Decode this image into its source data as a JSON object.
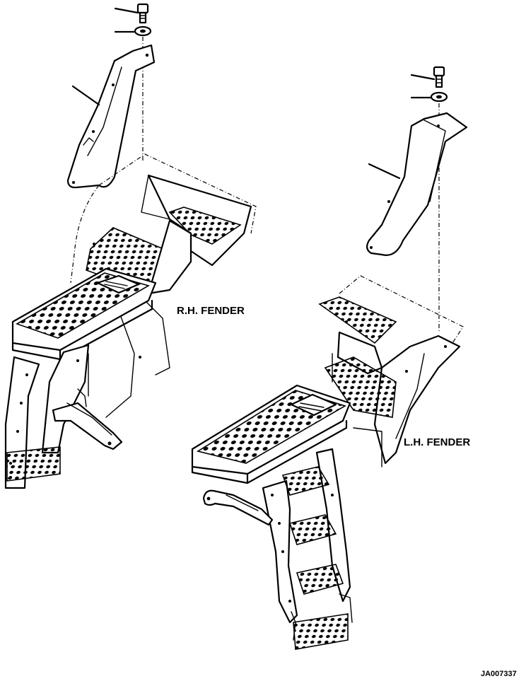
{
  "labels": {
    "rh_fender": "R.H. FENDER",
    "lh_fender": "L.H. FENDER",
    "drawing_code": "JA007337"
  },
  "parts": {
    "rh": [
      "bolt",
      "washer",
      "stay",
      "fender-body",
      "step-platform",
      "ladder-steps",
      "support-arm"
    ],
    "lh": [
      "bolt",
      "washer",
      "stay",
      "fender-body",
      "step-platform",
      "ladder-steps",
      "support-arm"
    ]
  },
  "colors": {
    "ink": "#000000",
    "paper": "#ffffff"
  }
}
